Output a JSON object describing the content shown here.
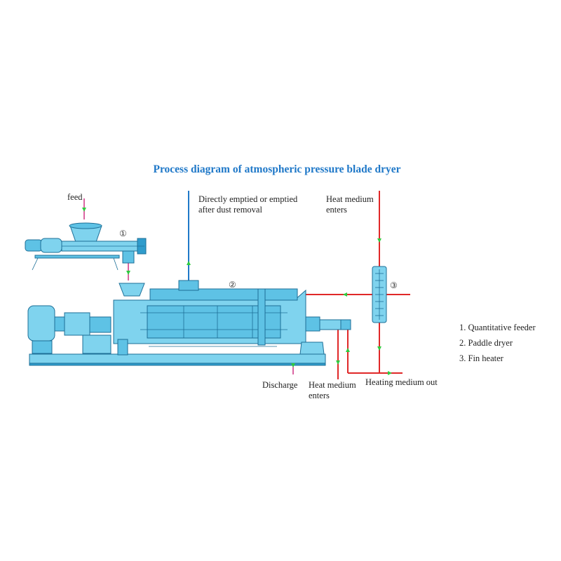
{
  "title": "Process diagram of atmospheric pressure blade dryer",
  "labels": {
    "feed": "feed",
    "exhaust_line1": "Directly emptied or emptied",
    "exhaust_line2": "after dust removal",
    "heat_in_top_line1": "Heat medium",
    "heat_in_top_line2": "enters",
    "discharge": "Discharge",
    "heat_in_bottom_line1": "Heat medium",
    "heat_in_bottom_line2": "enters",
    "heating_out": "Heating medium out"
  },
  "markers": {
    "m1": "①",
    "m2": "②",
    "m3": "③"
  },
  "legend": [
    "1. Quantitative feeder",
    "2. Paddle dryer",
    "3. Fin heater"
  ],
  "colors": {
    "title": "#1f78c8",
    "equipment": "#7fd3ee",
    "heat_pipe": "#e02828",
    "exhaust_pipe": "#1f78c8",
    "flow_arrow": "#2ecc40"
  }
}
